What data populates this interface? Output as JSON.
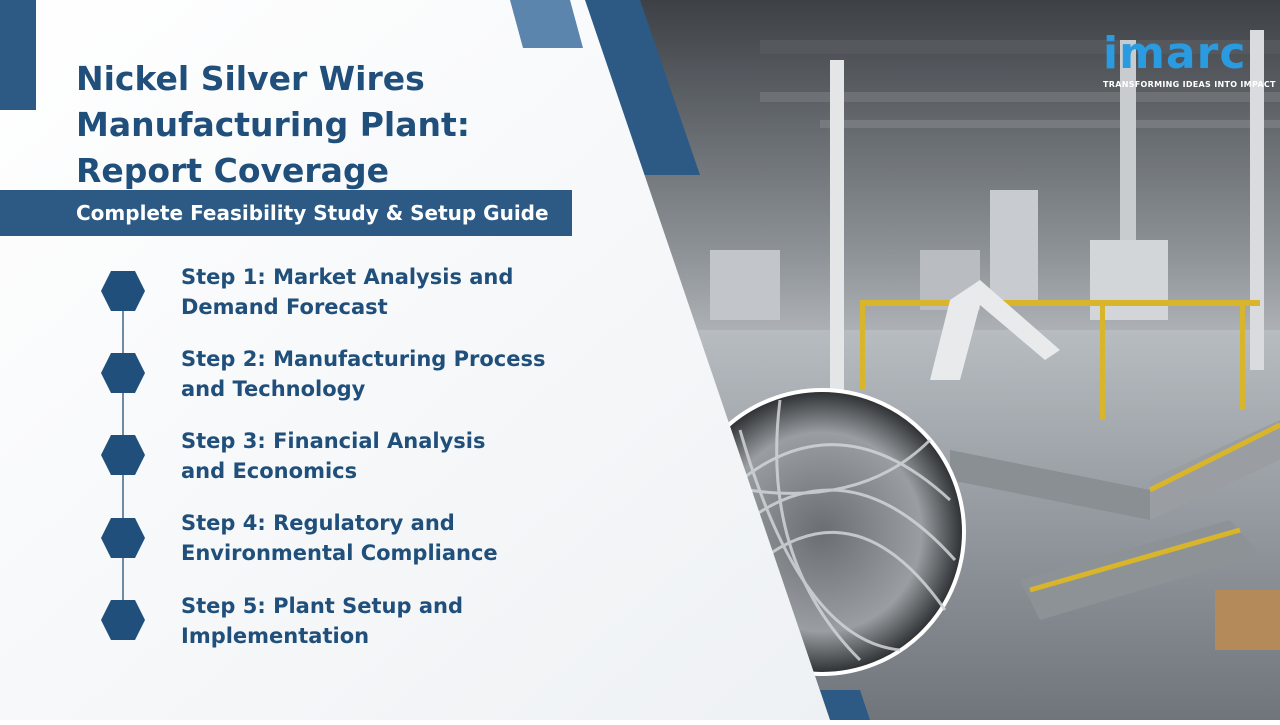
{
  "title": {
    "line1": "Nickel Silver Wires",
    "line2": "Manufacturing Plant:",
    "line3": "Report Coverage"
  },
  "subtitle": "Complete Feasibility Study & Setup Guide",
  "steps": [
    {
      "line1": "Step 1: Market Analysis and",
      "line2": "Demand Forecast"
    },
    {
      "line1": "Step 2: Manufacturing Process",
      "line2": "and Technology"
    },
    {
      "line1": "Step 3: Financial Analysis",
      "line2": "and Economics"
    },
    {
      "line1": "Step 4: Regulatory and",
      "line2": "Environmental Compliance"
    },
    {
      "line1": "Step 5: Plant Setup and",
      "line2": "Implementation"
    }
  ],
  "logo": {
    "word": "imarc",
    "tagline": "TRANSFORMING IDEAS INTO IMPACT"
  },
  "colors": {
    "navy": "#1f4f7a",
    "band": "#2c5a85",
    "logo_blue": "#2a9be0"
  }
}
